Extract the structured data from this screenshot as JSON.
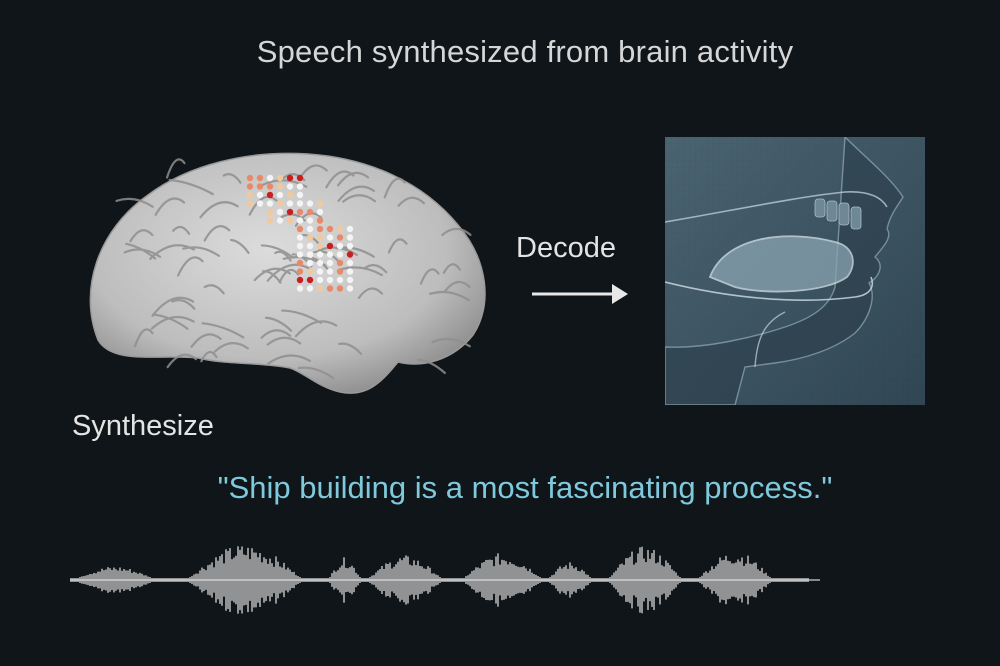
{
  "title": "Speech synthesized from brain activity",
  "decode_label": "Decode",
  "synthesize_label": "Synthesize",
  "sentence": "\"Ship building is a most fascinating process.\"",
  "colors": {
    "background": "#0f1518",
    "text": "#e4e4e4",
    "sentence": "#7ec9dc",
    "brain": "#bdbdbd",
    "electrode_high": "#c81e1e",
    "electrode_mid": "#e88a6a",
    "electrode_low": "#f0c9a0",
    "electrode_off": "#f4f4f4",
    "vocal_tract": "#5f7c8c"
  },
  "icons": {
    "arrow": "right-arrow-icon",
    "brain": "brain-illustration",
    "vocal_tract": "vocal-tract-model",
    "waveform": "audio-waveform"
  }
}
